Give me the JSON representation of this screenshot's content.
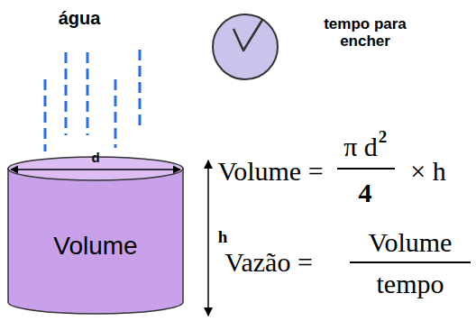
{
  "diagram": {
    "nodes": [
      {
        "text": [
          "Volume"
        ]
      }
    ],
    "labels": [
      "água",
      "tempo para encher",
      "d",
      "h",
      "Volume =",
      "π d",
      "2",
      "4",
      "× h",
      "Vazão =",
      "Volume",
      "tempo"
    ]
  }
}
